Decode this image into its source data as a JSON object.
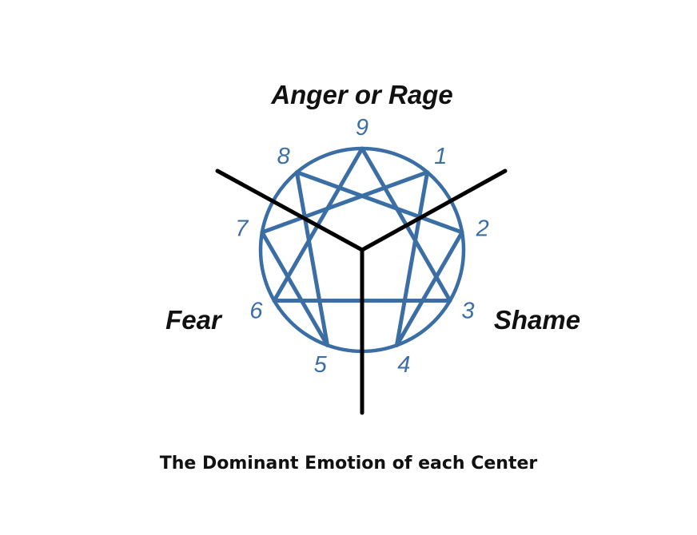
{
  "diagram": {
    "centers": {
      "top": "Anger or Rage",
      "left": "Fear",
      "right": "Shame"
    },
    "points": [
      "9",
      "1",
      "2",
      "3",
      "4",
      "5",
      "6",
      "7",
      "8"
    ],
    "colors": {
      "enneagram": "#3a6ea5",
      "dividers": "#000000"
    }
  },
  "caption": "The Dominant Emotion of each Center"
}
